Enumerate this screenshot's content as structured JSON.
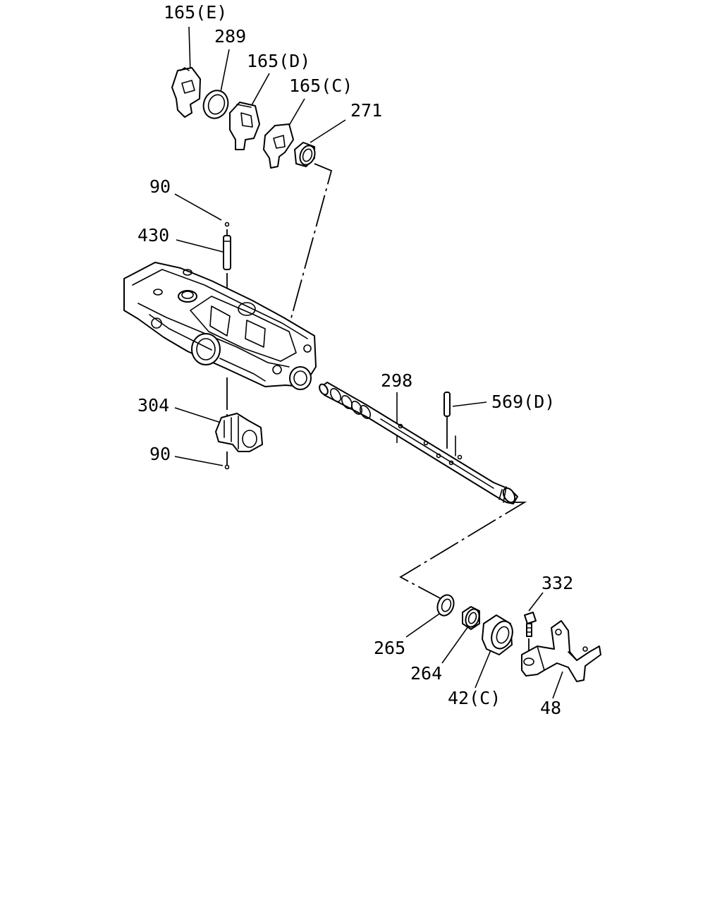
{
  "labels": {
    "p165e": "165(E)",
    "p289": "289",
    "p165d": "165(D)",
    "p165c": "165(C)",
    "p271": "271",
    "p90_top": "90",
    "p430": "430",
    "p304": "304",
    "p90_bottom": "90",
    "p298": "298",
    "p569d": "569(D)",
    "p332": "332",
    "p265": "265",
    "p264": "264",
    "p42c": "42(C)",
    "p48": "48"
  }
}
